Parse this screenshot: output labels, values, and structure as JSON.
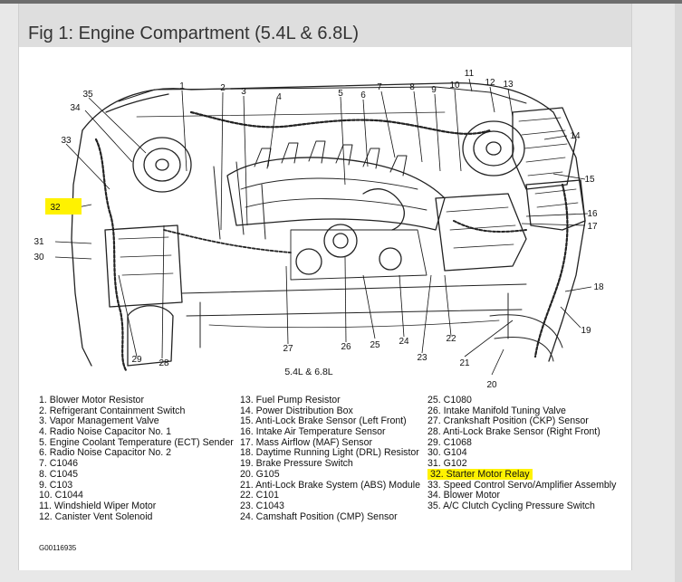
{
  "title": "Fig 1: Engine Compartment (5.4L & 6.8L)",
  "engine_caption": "5.4L & 6.8L",
  "figure_code": "G00116935",
  "highlight_color": "#fff200",
  "highlighted_item": 32,
  "legend": {
    "col1": [
      "1. Blower Motor Resistor",
      "2. Refrigerant Containment Switch",
      "3. Vapor Management Valve",
      "4. Radio Noise Capacitor No. 1",
      "5. Engine Coolant Temperature (ECT) Sender",
      "6. Radio Noise Capacitor No. 2",
      "7. C1046",
      "8. C1045",
      "9. C103",
      "10. C1044",
      "11. Windshield Wiper Motor",
      "12. Canister Vent Solenoid"
    ],
    "col2": [
      "13. Fuel Pump Resistor",
      "14. Power Distribution Box",
      "15. Anti-Lock Brake Sensor (Left Front)",
      "16. Intake Air Temperature Sensor",
      "17. Mass Airflow (MAF) Sensor",
      "18. Daytime Running Light (DRL) Resistor",
      "19. Brake Pressure Switch",
      "20. G105",
      "21. Anti-Lock Brake System (ABS) Module",
      "22. C101",
      "23. C1043",
      "24. Camshaft Position (CMP) Sensor"
    ],
    "col3": [
      "25. C1080",
      "26. Intake Manifold Tuning Valve",
      "27. Crankshaft Position (CKP) Sensor",
      "28. Anti-Lock Brake Sensor (Right Front)",
      "29. C1068",
      "30. G104",
      "31. G102",
      "32. Starter Motor Relay",
      "33. Speed Control Servo/Amplifier Assembly",
      "34. Blower Motor",
      "35. A/C Clutch Cycling Pressure Switch"
    ]
  },
  "callouts": [
    "1",
    "2",
    "3",
    "4",
    "5",
    "6",
    "7",
    "8",
    "9",
    "10",
    "11",
    "12",
    "13",
    "14",
    "15",
    "16",
    "17",
    "18",
    "19",
    "20",
    "21",
    "22",
    "23",
    "24",
    "25",
    "26",
    "27",
    "28",
    "29",
    "30",
    "31",
    "32",
    "33",
    "34",
    "35"
  ]
}
